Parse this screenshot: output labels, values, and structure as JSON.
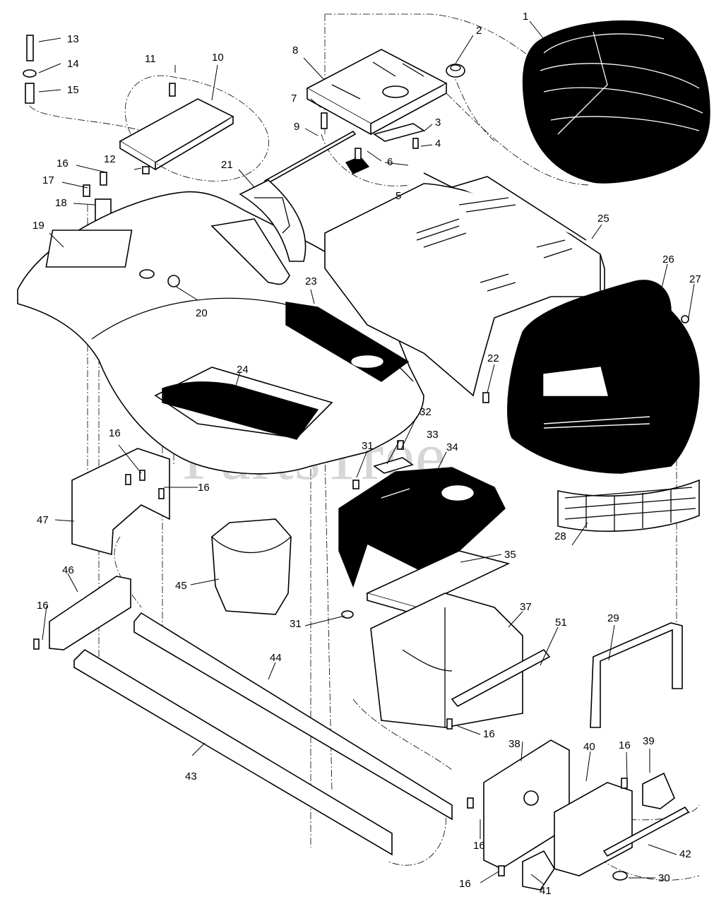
{
  "watermark": "PartsTree",
  "callouts": [
    {
      "id": "c1",
      "text": "1"
    },
    {
      "id": "c2",
      "text": "2"
    },
    {
      "id": "c3",
      "text": "3"
    },
    {
      "id": "c4",
      "text": "4"
    },
    {
      "id": "c5",
      "text": "5"
    },
    {
      "id": "c6",
      "text": "6"
    },
    {
      "id": "c7",
      "text": "7"
    },
    {
      "id": "c8",
      "text": "8"
    },
    {
      "id": "c9",
      "text": "9"
    },
    {
      "id": "c10",
      "text": "10"
    },
    {
      "id": "c11",
      "text": "11"
    },
    {
      "id": "c12",
      "text": "12"
    },
    {
      "id": "c13",
      "text": "13"
    },
    {
      "id": "c14",
      "text": "14"
    },
    {
      "id": "c15",
      "text": "15"
    },
    {
      "id": "c16a",
      "text": "16"
    },
    {
      "id": "c17",
      "text": "17"
    },
    {
      "id": "c18",
      "text": "18"
    },
    {
      "id": "c19",
      "text": "19"
    },
    {
      "id": "c20",
      "text": "20"
    },
    {
      "id": "c21",
      "text": "21"
    },
    {
      "id": "c22",
      "text": "22"
    },
    {
      "id": "c23",
      "text": "23"
    },
    {
      "id": "c24",
      "text": "24"
    },
    {
      "id": "c25",
      "text": "25"
    },
    {
      "id": "c26",
      "text": "26"
    },
    {
      "id": "c27",
      "text": "27"
    },
    {
      "id": "c28",
      "text": "28"
    },
    {
      "id": "c29",
      "text": "29"
    },
    {
      "id": "c30",
      "text": "30"
    },
    {
      "id": "c31a",
      "text": "31"
    },
    {
      "id": "c31b",
      "text": "31"
    },
    {
      "id": "c32",
      "text": "32"
    },
    {
      "id": "c33",
      "text": "33"
    },
    {
      "id": "c34",
      "text": "34"
    },
    {
      "id": "c35",
      "text": "35"
    },
    {
      "id": "c37",
      "text": "37"
    },
    {
      "id": "c38",
      "text": "38"
    },
    {
      "id": "c39",
      "text": "39"
    },
    {
      "id": "c40",
      "text": "40"
    },
    {
      "id": "c41",
      "text": "41"
    },
    {
      "id": "c42",
      "text": "42"
    },
    {
      "id": "c43",
      "text": "43"
    },
    {
      "id": "c44",
      "text": "44"
    },
    {
      "id": "c45",
      "text": "45"
    },
    {
      "id": "c46",
      "text": "46"
    },
    {
      "id": "c47",
      "text": "47"
    },
    {
      "id": "c51",
      "text": "51"
    },
    {
      "id": "c16b",
      "text": "16"
    },
    {
      "id": "c16c",
      "text": "16"
    },
    {
      "id": "c16d",
      "text": "16"
    },
    {
      "id": "c16e",
      "text": "16"
    },
    {
      "id": "c16f",
      "text": "16"
    },
    {
      "id": "c16g",
      "text": "16"
    }
  ]
}
